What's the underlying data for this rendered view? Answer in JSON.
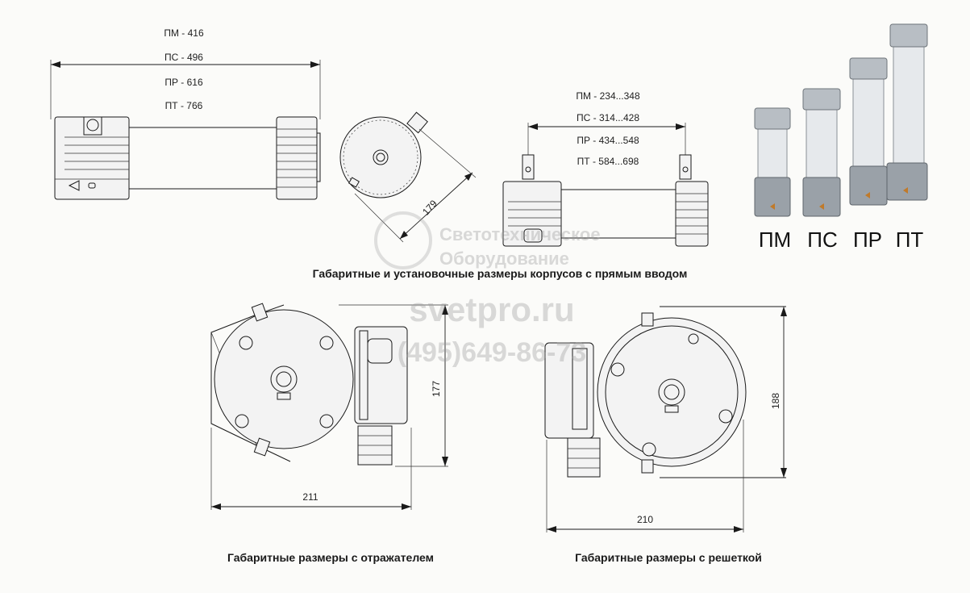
{
  "top_length_labels": [
    "ПМ - 416",
    "ПС - 496",
    "ПР - 616",
    "ПТ - 766"
  ],
  "mount_length_labels": [
    "ПМ - 234...348",
    "ПС - 314...428",
    "ПР - 434...548",
    "ПТ - 584...698"
  ],
  "dim_179": "179",
  "dim_177": "177",
  "dim_211": "211",
  "dim_188": "188",
  "dim_210": "210",
  "caption_direct": "Габаритные и установочные размеры корпусов с прямым вводом",
  "caption_reflector": "Габаритные размеры с отражателем",
  "caption_grid": "Габаритные размеры с решеткой",
  "model_labels": [
    "ПМ",
    "ПС",
    "ПР",
    "ПТ"
  ],
  "watermark": {
    "line1": "Светотехническое",
    "line2": "Оборудование",
    "site": "svetpro.ru",
    "phone": "(495)649-86-73"
  }
}
